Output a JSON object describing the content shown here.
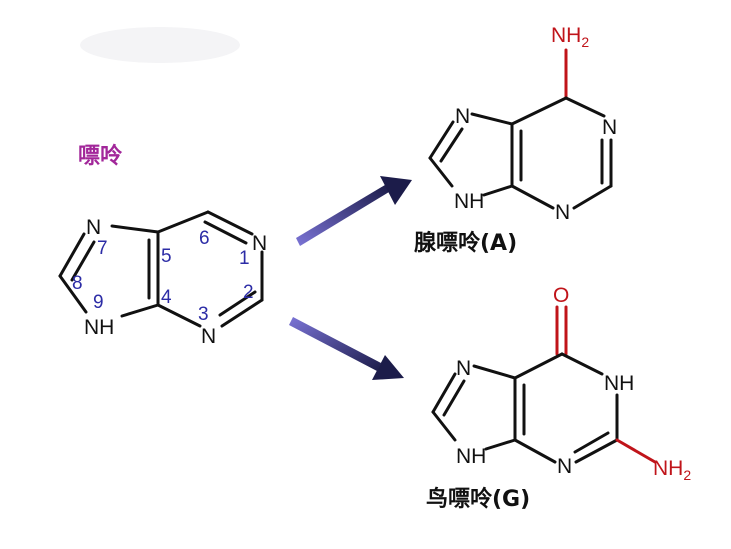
{
  "purine": {
    "title": "嘌呤",
    "atoms": {
      "n7": "N",
      "n1": "N",
      "n9": "NH",
      "n3": "N"
    },
    "positions": {
      "p1": "1",
      "p2": "2",
      "p3": "3",
      "p4": "4",
      "p5": "5",
      "p6": "6",
      "p7": "7",
      "p8": "8",
      "p9": "9"
    }
  },
  "adenine": {
    "caption": "腺嘌呤(A)",
    "atoms": {
      "nh2": "NH",
      "nh2_sub": "2",
      "n7": "N",
      "n1": "N",
      "n9": "NH",
      "n3": "N"
    }
  },
  "guanine": {
    "caption": "鸟嘌呤(G)",
    "atoms": {
      "o": "O",
      "n7": "N",
      "nh1": "NH",
      "n9": "NH",
      "n3": "N",
      "nh2": "NH",
      "nh2_sub": "2"
    }
  },
  "colors": {
    "title": "#a2279a",
    "numbers": "#2c2ca6",
    "heteroatom_highlight": "#c0141a",
    "arrow_dark": "#1c1c4a",
    "arrow_light": "#7b74d6"
  }
}
